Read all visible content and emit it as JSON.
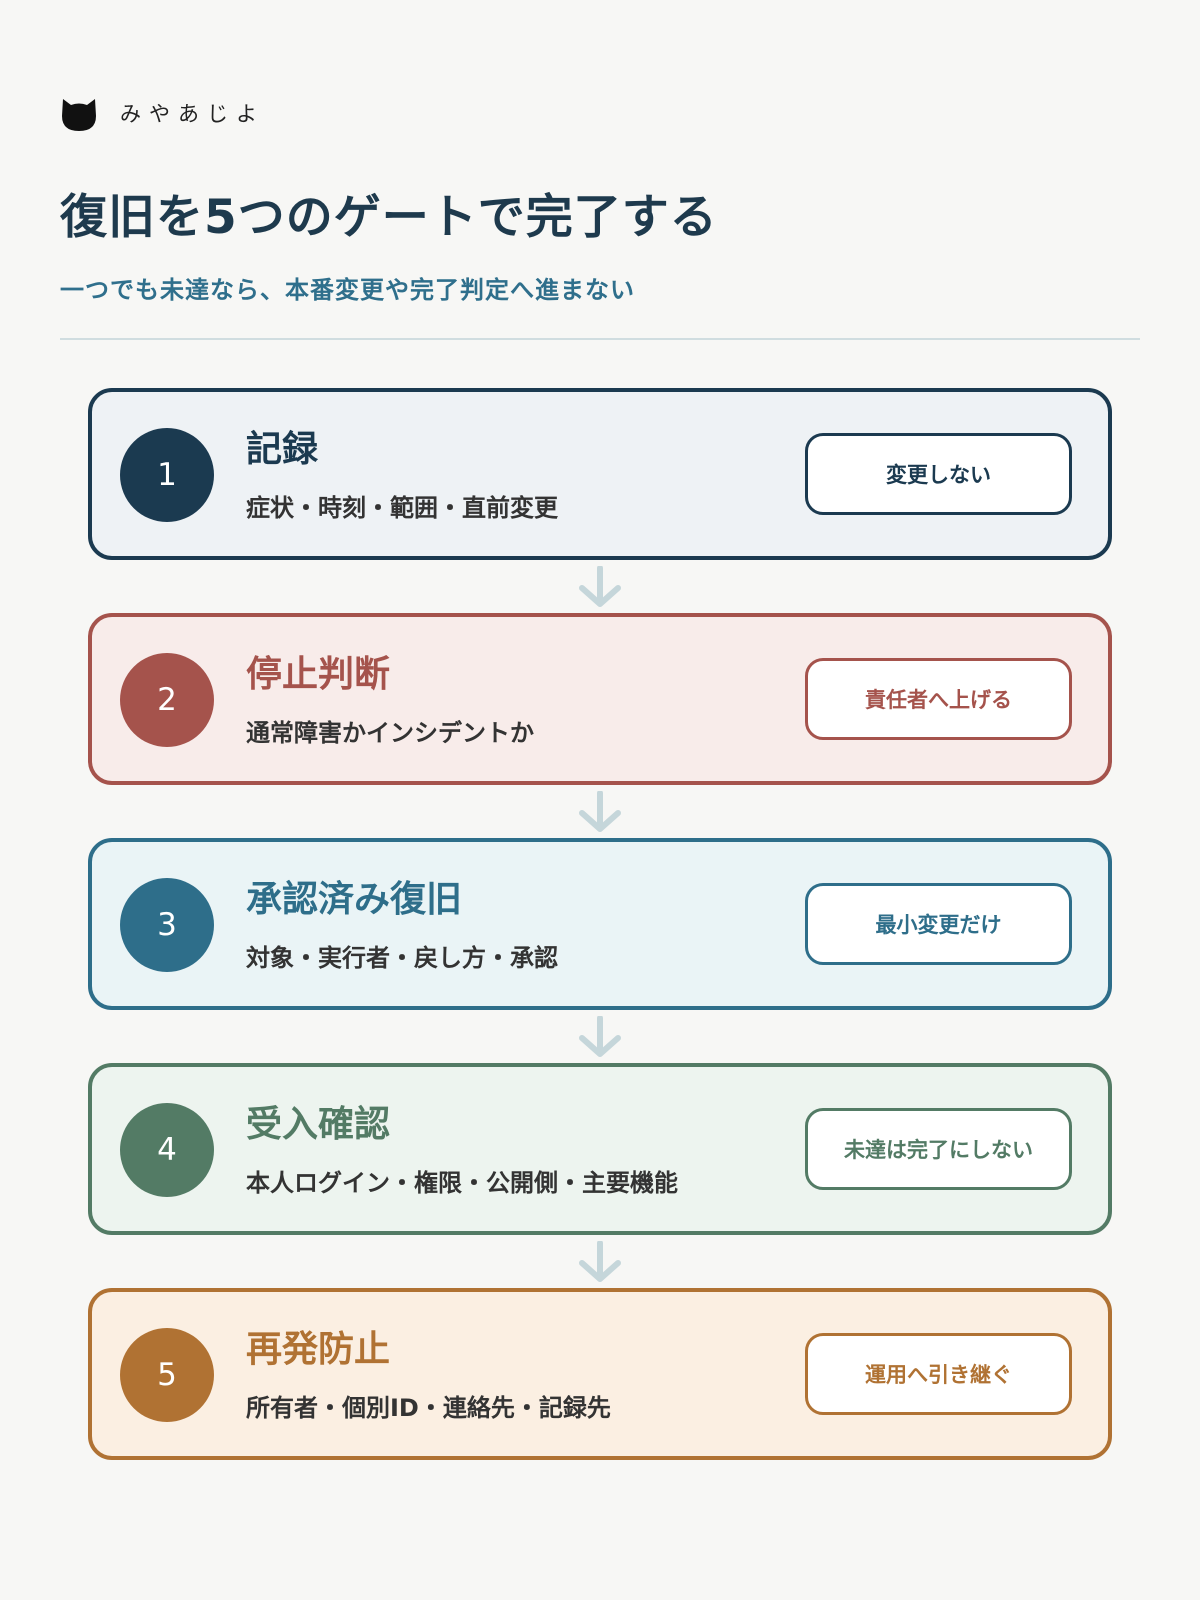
{
  "brand": {
    "name": "みやあじよ",
    "icon": "cat-icon"
  },
  "header": {
    "title": "復旧を5つのゲートで完了する",
    "subtitle": "一つでも未達なら、本番変更や完了判定へ進まない"
  },
  "steps": [
    {
      "number": "1",
      "title": "記録",
      "description": "症状・時刻・範囲・直前変更",
      "action": "変更しない",
      "color": "#1b3a50",
      "bg": "#eef2f5"
    },
    {
      "number": "2",
      "title": "停止判断",
      "description": "通常障害かインシデントか",
      "action": "責任者へ上げる",
      "color": "#a5534c",
      "bg": "#f8ecea"
    },
    {
      "number": "3",
      "title": "承認済み復旧",
      "description": "対象・実行者・戻し方・承認",
      "action": "最小変更だけ",
      "color": "#2e6e8a",
      "bg": "#eaf4f6"
    },
    {
      "number": "4",
      "title": "受入確認",
      "description": "本人ログイン・権限・公開側・主要機能",
      "action": "未達は完了にしない",
      "color": "#537b65",
      "bg": "#edf4ef"
    },
    {
      "number": "5",
      "title": "再発防止",
      "description": "所有者・個別ID・連絡先・記録先",
      "action": "運用へ引き継ぐ",
      "color": "#b07233",
      "bg": "#fbefe2"
    }
  ],
  "connector": {
    "icon": "arrow-down-icon",
    "color": "#c5d6da"
  }
}
